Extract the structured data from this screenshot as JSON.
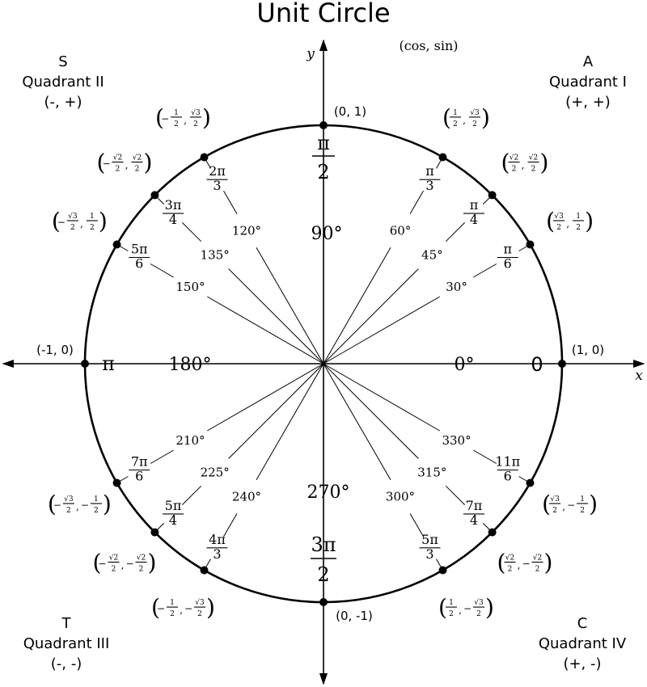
{
  "title": "Unit Circle",
  "convention": "(cos, sin)",
  "axes": {
    "x": "x",
    "y": "y"
  },
  "quadrants": {
    "q1": {
      "letter": "A",
      "name": "Quadrant I",
      "signs": "(+, +)"
    },
    "q2": {
      "letter": "S",
      "name": "Quadrant II",
      "signs": "(-, +)"
    },
    "q3": {
      "letter": "T",
      "name": "Quadrant III",
      "signs": "(-, -)"
    },
    "q4": {
      "letter": "C",
      "name": "Quadrant IV",
      "signs": "(+, -)"
    }
  },
  "axis_points": [
    {
      "deg": 0,
      "degree_label": "0°",
      "radian": "0",
      "coords": "(1, 0)"
    },
    {
      "deg": 90,
      "degree_label": "90°",
      "radian": {
        "num": "π",
        "den": "2"
      },
      "coords": "(0, 1)"
    },
    {
      "deg": 180,
      "degree_label": "180°",
      "radian": "π",
      "coords": "(-1, 0)"
    },
    {
      "deg": 270,
      "degree_label": "270°",
      "radian": {
        "num": "3π",
        "den": "2"
      },
      "coords": "(0, -1)"
    }
  ],
  "angles": [
    {
      "deg": 30,
      "degree_label": "30°",
      "radian": {
        "num": "π",
        "den": "6"
      },
      "cos": {
        "sign": "",
        "num": "√3",
        "den": "2"
      },
      "sin": {
        "sign": "",
        "num": "1",
        "den": "2"
      }
    },
    {
      "deg": 45,
      "degree_label": "45°",
      "radian": {
        "num": "π",
        "den": "4"
      },
      "cos": {
        "sign": "",
        "num": "√2",
        "den": "2"
      },
      "sin": {
        "sign": "",
        "num": "√2",
        "den": "2"
      }
    },
    {
      "deg": 60,
      "degree_label": "60°",
      "radian": {
        "num": "π",
        "den": "3"
      },
      "cos": {
        "sign": "",
        "num": "1",
        "den": "2"
      },
      "sin": {
        "sign": "",
        "num": "√3",
        "den": "2"
      }
    },
    {
      "deg": 120,
      "degree_label": "120°",
      "radian": {
        "num": "2π",
        "den": "3"
      },
      "cos": {
        "sign": "−",
        "num": "1",
        "den": "2"
      },
      "sin": {
        "sign": "",
        "num": "√3",
        "den": "2"
      }
    },
    {
      "deg": 135,
      "degree_label": "135°",
      "radian": {
        "num": "3π",
        "den": "4"
      },
      "cos": {
        "sign": "−",
        "num": "√2",
        "den": "2"
      },
      "sin": {
        "sign": "",
        "num": "√2",
        "den": "2"
      }
    },
    {
      "deg": 150,
      "degree_label": "150°",
      "radian": {
        "num": "5π",
        "den": "6"
      },
      "cos": {
        "sign": "−",
        "num": "√3",
        "den": "2"
      },
      "sin": {
        "sign": "",
        "num": "1",
        "den": "2"
      }
    },
    {
      "deg": 210,
      "degree_label": "210°",
      "radian": {
        "num": "7π",
        "den": "6"
      },
      "cos": {
        "sign": "−",
        "num": "√3",
        "den": "2"
      },
      "sin": {
        "sign": "−",
        "num": "1",
        "den": "2"
      }
    },
    {
      "deg": 225,
      "degree_label": "225°",
      "radian": {
        "num": "5π",
        "den": "4"
      },
      "cos": {
        "sign": "−",
        "num": "√2",
        "den": "2"
      },
      "sin": {
        "sign": "−",
        "num": "√2",
        "den": "2"
      }
    },
    {
      "deg": 240,
      "degree_label": "240°",
      "radian": {
        "num": "4π",
        "den": "3"
      },
      "cos": {
        "sign": "−",
        "num": "1",
        "den": "2"
      },
      "sin": {
        "sign": "−",
        "num": "√3",
        "den": "2"
      }
    },
    {
      "deg": 300,
      "degree_label": "300°",
      "radian": {
        "num": "5π",
        "den": "3"
      },
      "cos": {
        "sign": "",
        "num": "1",
        "den": "2"
      },
      "sin": {
        "sign": "−",
        "num": "√3",
        "den": "2"
      }
    },
    {
      "deg": 315,
      "degree_label": "315°",
      "radian": {
        "num": "7π",
        "den": "4"
      },
      "cos": {
        "sign": "",
        "num": "√2",
        "den": "2"
      },
      "sin": {
        "sign": "−",
        "num": "√2",
        "den": "2"
      }
    },
    {
      "deg": 330,
      "degree_label": "330°",
      "radian": {
        "num": "11π",
        "den": "6"
      },
      "cos": {
        "sign": "",
        "num": "√3",
        "den": "2"
      },
      "sin": {
        "sign": "−",
        "num": "1",
        "den": "2"
      }
    }
  ]
}
